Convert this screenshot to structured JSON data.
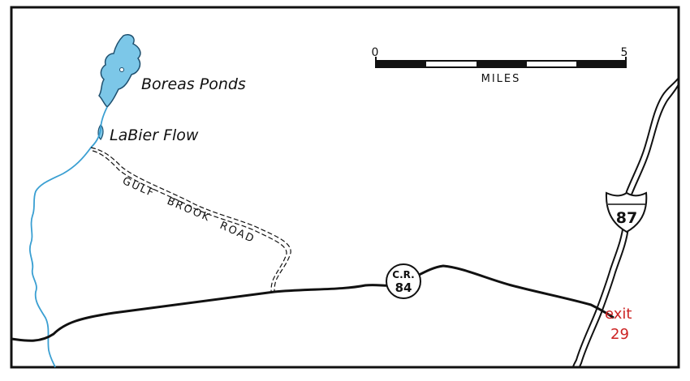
{
  "colors": {
    "water": "#3a9fd2",
    "water_fill": "#7cc7e8",
    "ink": "#111111",
    "exit_red": "#cc2222",
    "background": "#ffffff"
  },
  "labels": {
    "boreas_ponds": "Boreas Ponds",
    "labier_flow": "LaBier Flow",
    "gulf": "GULF",
    "brook": "BROOK",
    "road": "ROAD"
  },
  "scale_bar": {
    "start": "0",
    "end": "5",
    "unit": "MILES"
  },
  "shields": {
    "county_road": {
      "line1": "C.R.",
      "line2": "84"
    },
    "interstate": {
      "number": "87"
    }
  },
  "exit": {
    "word": "exit",
    "number": "29"
  }
}
